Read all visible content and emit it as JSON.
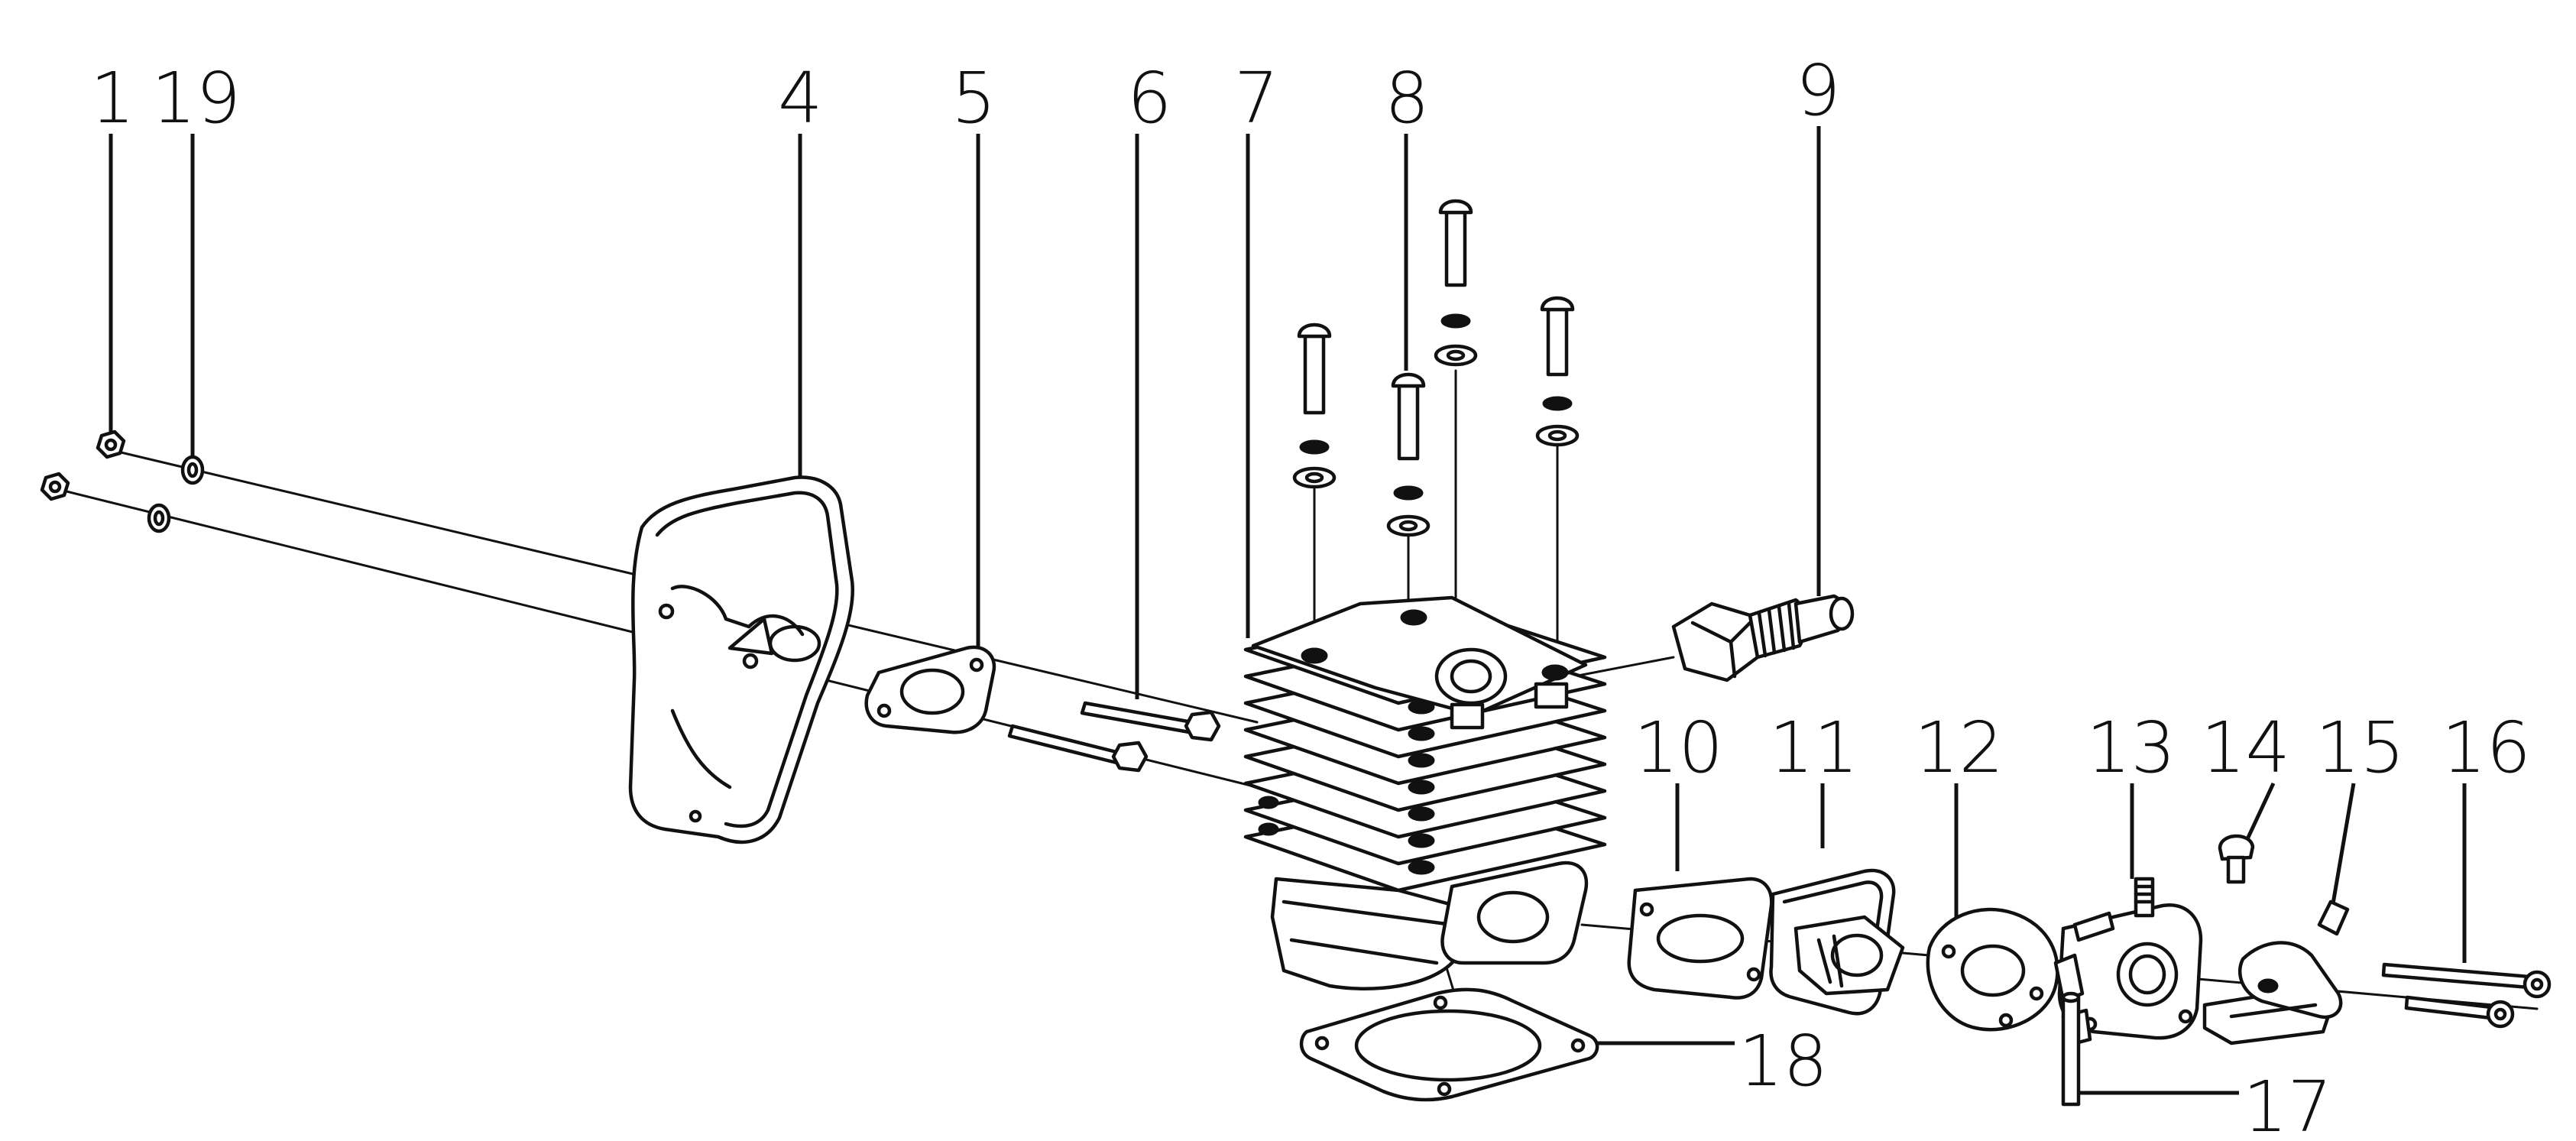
{
  "diagram": {
    "labels": [
      "1",
      "19",
      "4",
      "5",
      "6",
      "7",
      "8",
      "9",
      "10",
      "11",
      "12",
      "13",
      "14",
      "15",
      "16",
      "17",
      "18"
    ]
  }
}
